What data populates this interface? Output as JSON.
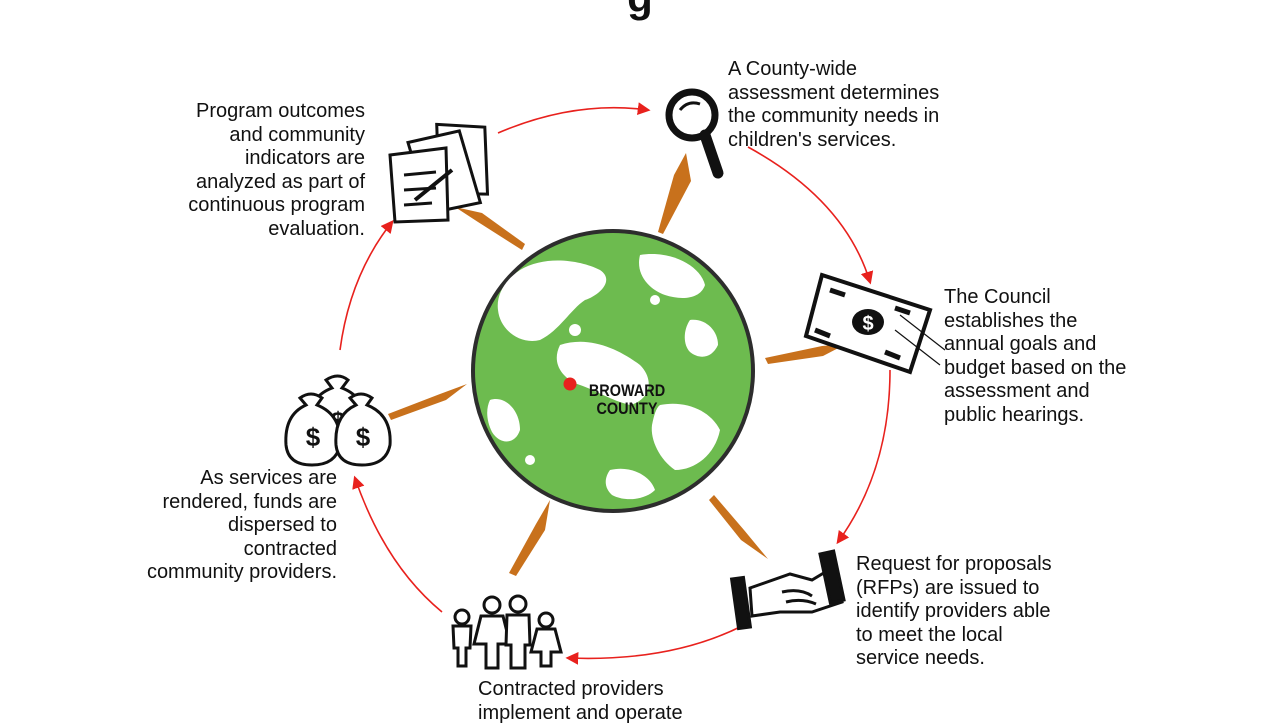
{
  "heading": "g",
  "center": {
    "location_label": "BROWARD\nCOUNTY"
  },
  "steps": [
    {
      "id": "assessment",
      "icon": "magnifying-glass-icon",
      "text": "A County-wide\nassessment determines\nthe community needs in\nchildren's services."
    },
    {
      "id": "council",
      "icon": "dollar-bill-icon",
      "text": "The Council\nestablishes the\nannual goals and\nbudget based on the\nassessment and\npublic hearings."
    },
    {
      "id": "rfp",
      "icon": "handshake-icon",
      "text": "Request for proposals\n(RFPs) are issued to\nidentify providers able\nto meet the local\nservice needs."
    },
    {
      "id": "providers",
      "icon": "family-icon",
      "text": "Contracted providers\nimplement and operate"
    },
    {
      "id": "funds",
      "icon": "money-bags-icon",
      "text": "As services are\nrendered, funds are\ndispersed to\ncontracted\ncommunity providers."
    },
    {
      "id": "outcomes",
      "icon": "documents-pen-icon",
      "text": "Program outcomes\nand community\nindicators are\nanalyzed as part of\ncontinuous program\nevaluation."
    }
  ],
  "colors": {
    "cycle_arrow": "#e8211d",
    "spoke_arrow": "#c8711c",
    "globe_land": "#6dbb4f",
    "globe_water": "#ffffff",
    "location_dot": "#e8211d",
    "ink": "#111111"
  }
}
